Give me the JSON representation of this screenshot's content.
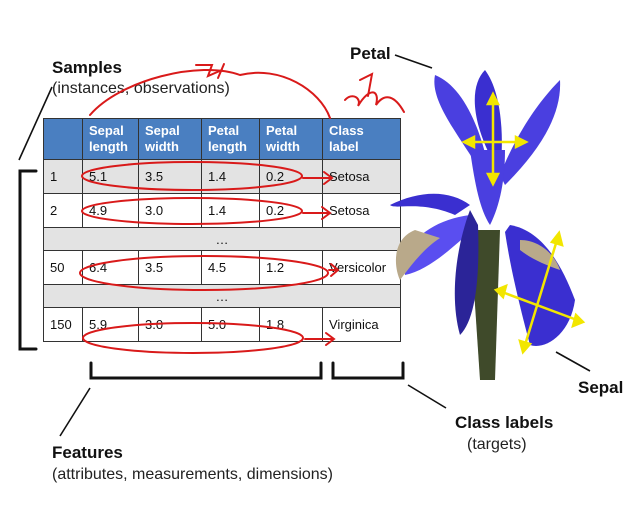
{
  "labels": {
    "samples_title": "Samples",
    "samples_sub": "(instances, observations)",
    "petal": "Petal",
    "sepal": "Sepal",
    "features_title": "Features",
    "features_sub": "(attributes, measurements, dimensions)",
    "class_labels_title": "Class labels",
    "class_labels_sub": "(targets)"
  },
  "table": {
    "headers": [
      "",
      "Sepal length",
      "Sepal width",
      "Petal length",
      "Petal width",
      "Class label"
    ],
    "rows": [
      {
        "type": "data",
        "cells": [
          "1",
          "5.1",
          "3.5",
          "1.4",
          "0.2",
          "Setosa"
        ]
      },
      {
        "type": "data",
        "cells": [
          "2",
          "4.9",
          "3.0",
          "1.4",
          "0.2",
          "Setosa"
        ]
      },
      {
        "type": "ellipsis",
        "text": "…"
      },
      {
        "type": "data",
        "cells": [
          "50",
          "6.4",
          "3.5",
          "4.5",
          "1.2",
          "Versicolor"
        ]
      },
      {
        "type": "ellipsis",
        "text": "…"
      },
      {
        "type": "data",
        "cells": [
          "150",
          "5.9",
          "3.0",
          "5.0",
          "1.8",
          "Virginica"
        ]
      }
    ]
  },
  "colors": {
    "header_bg": "#4a7fc1",
    "annotation_red": "#d91a1a",
    "arrow_yellow": "#f2e600",
    "iris_blue": "#3a2fd0"
  }
}
